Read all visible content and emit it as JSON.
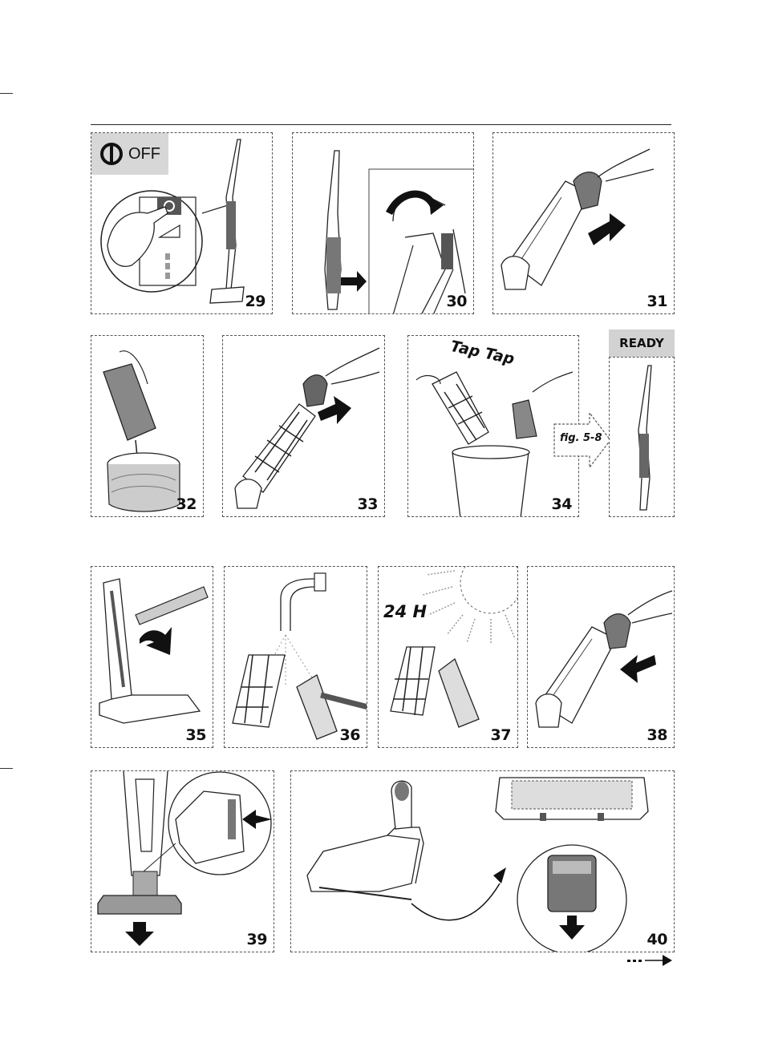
{
  "labels": {
    "off": "OFF",
    "ready": "READY",
    "tap": "Tap Tap",
    "duration": "24 H",
    "fig_ref": "fig. 5-8"
  },
  "panels": [
    {
      "number": "29",
      "icon": "power-switch-icon"
    },
    {
      "number": "30",
      "icon": "vacuum-upright-icon"
    },
    {
      "number": "31",
      "icon": "dust-container-icon"
    },
    {
      "number": "32",
      "icon": "empty-container-icon"
    },
    {
      "number": "33",
      "icon": "remove-filter-icon"
    },
    {
      "number": "34",
      "icon": "tap-filter-icon"
    },
    {
      "number": "35",
      "icon": "brush-tool-icon"
    },
    {
      "number": "36",
      "icon": "rinse-filter-icon"
    },
    {
      "number": "37",
      "icon": "dry-sun-icon"
    },
    {
      "number": "38",
      "icon": "reinsert-container-icon"
    },
    {
      "number": "39",
      "icon": "remove-nozzle-icon"
    },
    {
      "number": "40",
      "icon": "nozzle-release-icon"
    }
  ],
  "colors": {
    "ink": "#111111",
    "badge": "#d7d7d7",
    "frame": "#555555"
  }
}
